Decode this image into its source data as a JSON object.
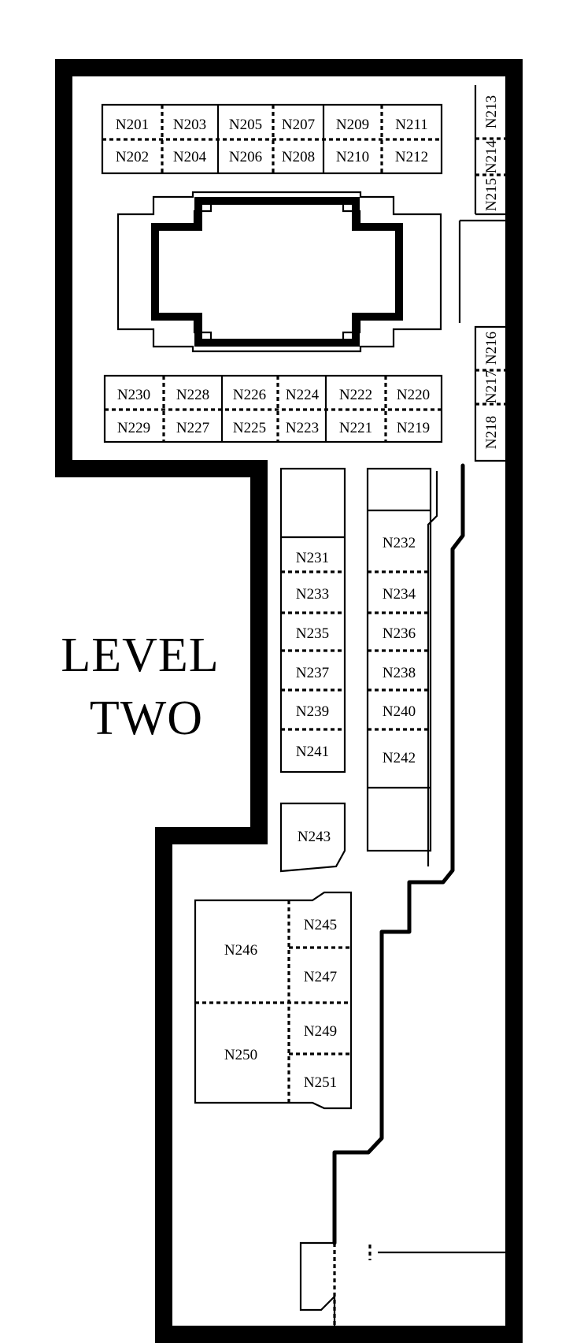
{
  "title": {
    "line1": "LEVEL",
    "line2": "TWO"
  },
  "units": {
    "n201": "N201",
    "n202": "N202",
    "n203": "N203",
    "n204": "N204",
    "n205": "N205",
    "n206": "N206",
    "n207": "N207",
    "n208": "N208",
    "n209": "N209",
    "n210": "N210",
    "n211": "N211",
    "n212": "N212",
    "n213": "N213",
    "n214": "N214",
    "n215": "N215",
    "n216": "N216",
    "n217": "N217",
    "n218": "N218",
    "n219": "N219",
    "n220": "N220",
    "n221": "N221",
    "n222": "N222",
    "n223": "N223",
    "n224": "N224",
    "n225": "N225",
    "n226": "N226",
    "n227": "N227",
    "n228": "N228",
    "n229": "N229",
    "n230": "N230",
    "n231": "N231",
    "n232": "N232",
    "n233": "N233",
    "n234": "N234",
    "n235": "N235",
    "n236": "N236",
    "n237": "N237",
    "n238": "N238",
    "n239": "N239",
    "n240": "N240",
    "n241": "N241",
    "n242": "N242",
    "n243": "N243",
    "n245": "N245",
    "n246": "N246",
    "n247": "N247",
    "n249": "N249",
    "n250": "N250",
    "n251": "N251"
  }
}
